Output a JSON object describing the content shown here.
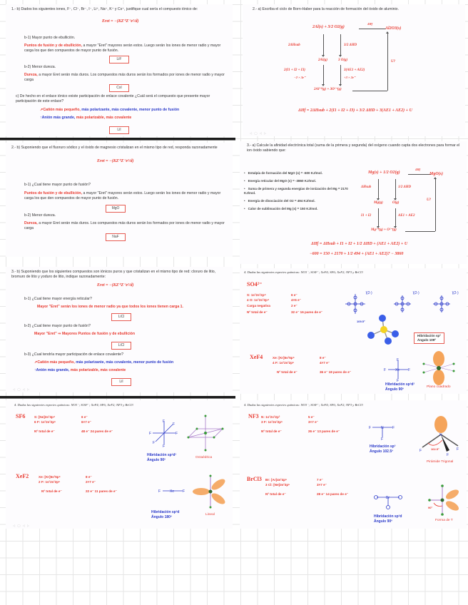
{
  "page": {
    "background": "grid-paper",
    "grid_color": "#e6e6e6",
    "accent_red": "#e8382e",
    "accent_blue": "#2a39c9"
  },
  "slides": {
    "s1": {
      "question": "1.- b) Dados los siguientes iones, F⁻, Cl⁻, Br⁻, I⁻, Li⁺, Na⁺, K⁺ y Cs⁺, justifique cual sería el compuesto iónico de:",
      "formula": "Eret = −(KZ⁺Z⁻e²/d)",
      "b1_label": "b-1) Mayor punto de ebullición.",
      "b1_answer_red": "Puntos de fusión y de ebullición,",
      "b1_answer_rest": " a mayor \"Eret\" mayores serán estos. Luego serán los iones de menor radio y mayor carga los que den compuestos de mayor punto de fusión.",
      "b1_box": "LiF",
      "b2_label": "b-2) Menor dureza.",
      "b2_answer_red": "Dureza,",
      "b2_answer_rest": " a mayor Eret serán más duros. Los compuestos más duros serán los formados por iones de menor radio y mayor carga",
      "b2_box": "CsI",
      "c_label": "c) De hecho en el enlace iónico existe participación de enlace covalente ¿Cuál será el compuesto que presente mayor participación de este enlace?",
      "c_line1_red": "↗Catión más pequeño,",
      "c_line1_blue": " más polarizante, más covalente, menor punto de fusión",
      "c_line2_blue": "↑Anión más grande,",
      "c_line2_red": " más polarizable, más covalente",
      "c_box": "LiI"
    },
    "s2": {
      "question": "2.- a) Escriba el ciclo de Born-Haber para la reacción de formación del óxido de aluminio.",
      "top_left": "2Al(s) + 3/2 O2(g)",
      "top_arrow": "ΔHf",
      "top_right": "Al2O3(s)",
      "left_step1": "2ΔHsub",
      "right_step1": "3/2 ΔHD",
      "mid_left": "2Al(g)",
      "mid_right": "3 O(g)",
      "left_step2a": "2(I1 + I2 + I3)",
      "left_step2b": "−2 × 3e⁻",
      "right_step2a": "3(AE1 + AE2)",
      "right_step2b": "+3 × 2e⁻",
      "bottom": "2Al³⁺(g) + 3O²⁻(g)",
      "lattice": "U?",
      "equation": "ΔHf = 2ΔHsub + 2(I1 + I2 + I3) + 3/2 ΔHD + 3(AE1 + AE2) + U"
    },
    "s3": {
      "question": "2.- b) Suponiendo que el fluoruro sódico y el óxido de magnesio cristalizan en el mismo tipo de red, responda razonadamente",
      "formula": "Eret = −(KZ⁺Z⁻e²/d)",
      "b1_label": "b-1) ¿Cual tiene mayor punto de fusión?",
      "b1_answer_red": "Puntos de fusión y de ebullición,",
      "b1_answer_rest": " a mayor \"Eret\" mayores serán estos. Luego serán los iones de menor radio y mayor carga los que den compuestos de mayor punto de fusión.",
      "b1_box": "MgO",
      "b2_label": "b-2) Menor dureza.",
      "b2_answer_red": "Dureza,",
      "b2_answer_rest": " a mayor Eret serán más duros. Los compuestos más duros serán los formados por iones de menor radio y mayor carga",
      "b2_box": "NaF"
    },
    "s4": {
      "question": "3.- a) Calcule la afinidad electrónica total (suma de la primera y segunda) del oxígeno cuando capta dos electrones para formar el ion óxido sabiendo que:",
      "bullets": [
        "Entalpía de formación del MgO (s) = -600 KJ/mol.",
        "Energía reticular del MgO (s) = -3860 KJ/mol.",
        "Suma de primera y segunda energías de ionización del Mg = 2170 KJ/mol.",
        "Energía de disociación del O2 = 494 KJ/mol.",
        "Calor de sublimación del Mg (s) = 150 KJ/mol."
      ],
      "top_left": "Mg(s) + 1/2 O2(g)",
      "top_arrow": "ΔHf",
      "top_right": "MgO(s)",
      "left_step1": "ΔHsub",
      "right_step1": "1/2 ΔHD",
      "mid_left": "Mg(g)",
      "mid_right": "O(g)",
      "left_step2": "I1 + I2",
      "right_step2": "AE1 + AE2",
      "bottom": "Mg²⁺(g) + O²⁻(g)",
      "lattice": "U?",
      "equation1": "ΔHf = ΔHsub + I1 + I2 + 1/2 ΔHD + (AE1 + AE2) + U",
      "equation2": "−600 = 150 + 2170 + 1/2 494 + (AE1 + AE2)? − 3860"
    },
    "s5": {
      "question": "3.- b) Suponiendo que los siguientes compuestos son iónicos puros y que cristalizan en el mismo tipo de red: cloruro de litio, bromuro de litio y yoduro de litio, indique razonadamente:",
      "formula": "Eret = −(KZ⁺Z⁻e²/d)",
      "b1_label": "b-1) ¿Cual tiene mayor energía reticular?",
      "b1_answer": "Mayor \"Eret\" serán los iones de menor radio ya que todos los iones tienen carga 1.",
      "b1_box": "LiCl",
      "b2_label": "b-2) ¿Cual tiene mayor punto de fusión?",
      "b2_answer": "Mayor \"Eret\" ⇒ Mayores Puntos de fusión y de ebullición",
      "b2_box": "LiCl",
      "b3_label": "b-3) ¿Cual tendría mayor participación de enlace covalente?",
      "b3_line1_red": "↗Catión más pequeño,",
      "b3_line1_blue": " más polarizante, más covalente, menor punto de fusión",
      "b3_line2_blue": "↑Anión más grande,",
      "b3_line2_red": " más polarizable, más covalente",
      "b3_box": "LiI"
    },
    "s6": {
      "question": "4. Dadas las siguientes especies químicas: NO3⁻; SO4²⁻; XeF4; SF6; XeF2; NF3 y BrCl3",
      "sp1": {
        "title": "SO4²⁻",
        "rows": [
          [
            "S: 1s²2s²2p⁴",
            "6 e⁻"
          ],
          [
            "4 O: 1s²2s²2p⁴",
            "4×6 e⁻"
          ],
          [
            "Carga negativa",
            "2 e⁻"
          ]
        ],
        "total_label": "Nº total de e⁻",
        "total_value": "32 e⁻  16 pares de e⁻",
        "charge": "(2-)",
        "angle": "109.5°",
        "hyb_box_line1": "Hibridación sp³",
        "hyb_box_line2": "Ángulo 109º"
      },
      "sp2": {
        "title": "XeF4",
        "rows": [
          [
            "Xe: [Kr]5s²5p⁶",
            "8 e⁻"
          ],
          [
            "4 F: 1s²2s²2p⁵",
            "4×7 e⁻"
          ]
        ],
        "total_label": "Nº total de e⁻",
        "total_value": "36 e⁻  18 pares de e⁻",
        "hyb_line1": "Hibridación sp³d²",
        "hyb_line2": "Ángulo 90º",
        "geometry": "Plano cuadrado"
      }
    },
    "s7": {
      "question": "4. Dadas las siguientes especies químicas: NO3⁻; SO4²⁻; XeF4; SF6; XeF2; NF3 y BrCl3",
      "sp1": {
        "title": "SF6",
        "rows": [
          [
            "S: [Ne]3s²3p⁴",
            "6 e⁻"
          ],
          [
            "6 F: 1s²2s²2p⁵",
            "6×7 e⁻"
          ]
        ],
        "total_label": "Nº total de e⁻",
        "total_value": "48 e⁻  24 pares de e⁻",
        "hyb_line1": "Hibridación sp³d²",
        "hyb_line2": "Ángulo 90º",
        "geometry": "Octaédrica"
      },
      "sp2": {
        "title": "XeF2",
        "rows": [
          [
            "Xe: [Kr]5s²5p⁶",
            "8 e⁻"
          ],
          [
            "2 F: 1s²2s²2p⁵",
            "2×7 e⁻"
          ]
        ],
        "total_label": "Nº total de e⁻",
        "total_value": "22 e⁻  11 pares de e⁻",
        "hyb_line1": "Hibridación sp³d",
        "hyb_line2": "Ángulo 180º",
        "geometry": "Lineal"
      }
    },
    "s8": {
      "question": "4. Dadas las siguientes especies químicas: NO3⁻; SO4²⁻; XeF4; SF6; XeF2; NF3 y BrCl3",
      "sp1": {
        "title": "NF3",
        "rows": [
          [
            "N: 1s²2s²2p³",
            "5 e⁻"
          ],
          [
            "3 F: 1s²2s²2p⁵",
            "3×7 e⁻"
          ]
        ],
        "total_label": "Nº total de e⁻",
        "total_value": "26 e⁻  13 pares de e⁻",
        "hyb_line1": "Hibridación sp³",
        "hyb_line2": "Ángulo 102.5º",
        "angle": "102.5°",
        "geometry": "Pirámide Trigonal"
      },
      "sp2": {
        "title": "BrCl3",
        "rows": [
          [
            "Br: [Ar]4s²4p⁵",
            "7 e⁻"
          ],
          [
            "3 Cl: [Ne]3s²3p⁵",
            "3×7 e⁻"
          ]
        ],
        "total_label": "Nº total de e⁻",
        "total_value": "28 e⁻  14 pares de e⁻",
        "hyb_line1": "Hibridación sp³d",
        "hyb_line2": "Ángulo 90º",
        "angle": "90°",
        "geometry": "Forma de T"
      }
    }
  }
}
